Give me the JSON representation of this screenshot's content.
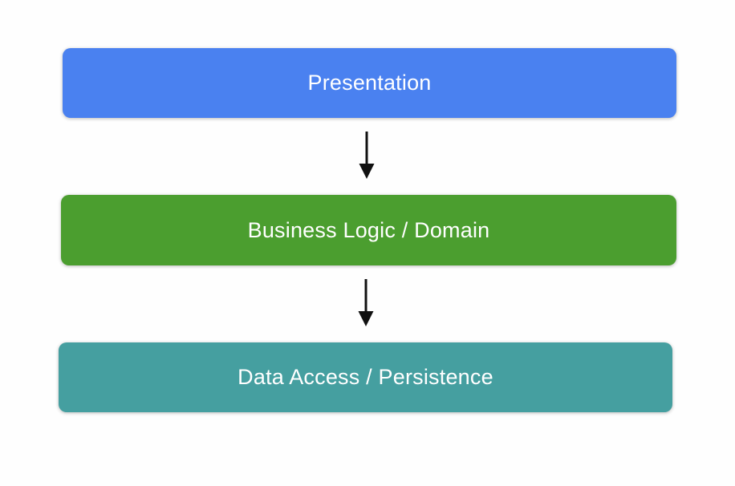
{
  "canvas": {
    "background": "#FEFEFE"
  },
  "diagram": {
    "layers": [
      {
        "label": "Presentation",
        "color": "#4A81F0"
      },
      {
        "label": "Business Logic / Domain",
        "color": "#4B9E2F"
      },
      {
        "label": "Data Access / Persistence",
        "color": "#459FA0"
      }
    ],
    "connectors": [
      {
        "from": "Presentation",
        "to": "Business Logic / Domain"
      },
      {
        "from": "Business Logic / Domain",
        "to": "Data Access / Persistence"
      }
    ],
    "text_color": "#FFFFFF",
    "arrow_color": "#111111"
  }
}
